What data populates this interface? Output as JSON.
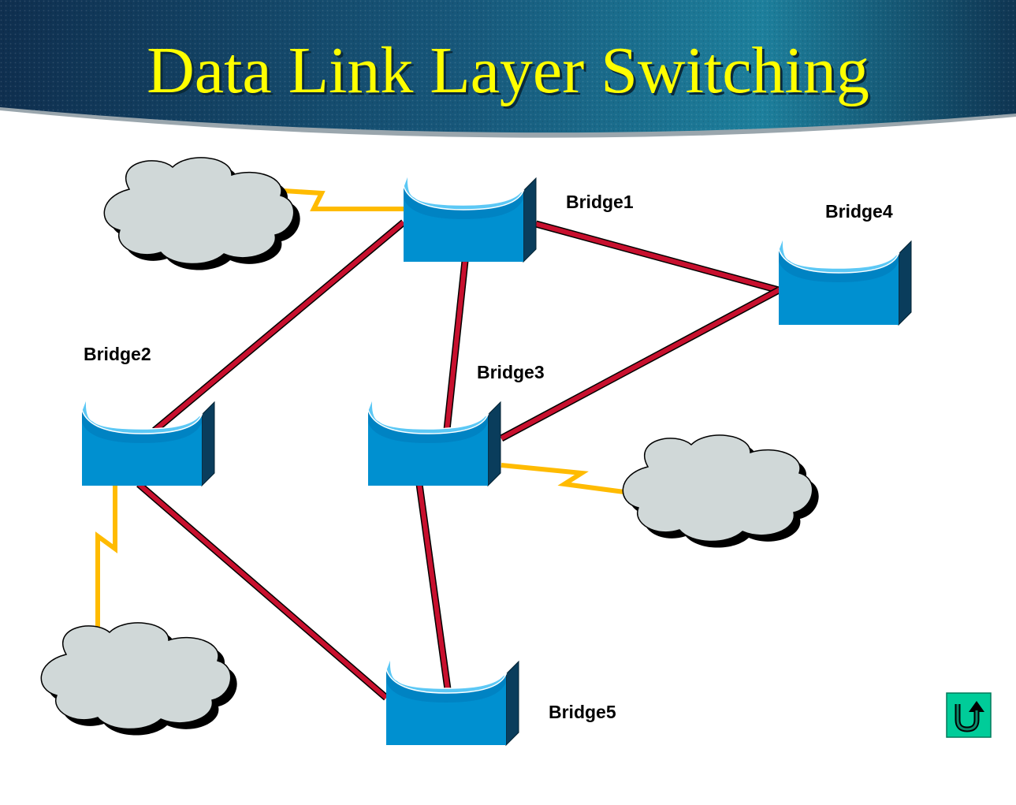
{
  "title": "Data Link Layer Switching",
  "colors": {
    "bridge_link": "#c8102e",
    "lan_link": "#ffbb00",
    "bridge_face": "#0090d0",
    "bridge_top": "#5cc8f5",
    "bridge_side": "#0a3d5c",
    "cloud": "#d0d8d8",
    "title": "#ffff00",
    "return_button": "#00cc99"
  },
  "bridges": [
    {
      "id": "b1",
      "label": "Bridge1"
    },
    {
      "id": "b2",
      "label": "Bridge2"
    },
    {
      "id": "b3",
      "label": "Bridge3"
    },
    {
      "id": "b4",
      "label": "Bridge4"
    },
    {
      "id": "b5",
      "label": "Bridge5"
    }
  ],
  "nav": {
    "return_icon": "u-turn-arrow-icon"
  }
}
